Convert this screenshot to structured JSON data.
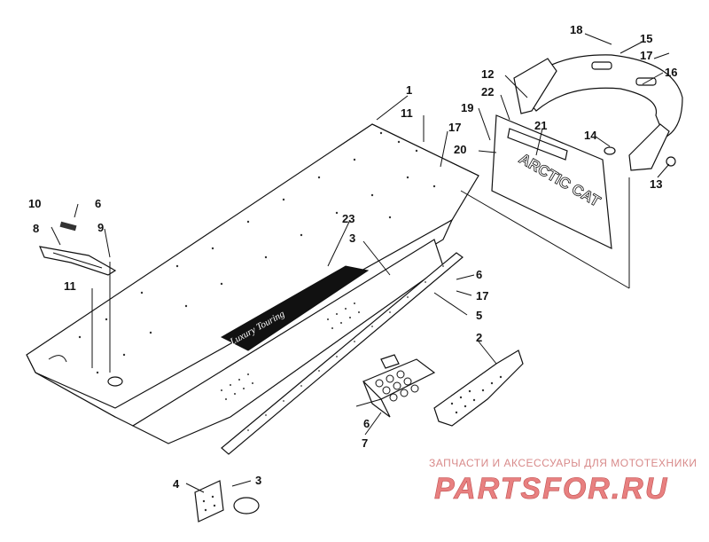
{
  "callouts": [
    {
      "id": "c1",
      "label": "1"
    },
    {
      "id": "c2",
      "label": "2"
    },
    {
      "id": "c3a",
      "label": "3"
    },
    {
      "id": "c3b",
      "label": "3"
    },
    {
      "id": "c4",
      "label": "4"
    },
    {
      "id": "c5",
      "label": "5"
    },
    {
      "id": "c6a",
      "label": "6"
    },
    {
      "id": "c6b",
      "label": "6"
    },
    {
      "id": "c6c",
      "label": "6"
    },
    {
      "id": "c7",
      "label": "7"
    },
    {
      "id": "c8",
      "label": "8"
    },
    {
      "id": "c9",
      "label": "9"
    },
    {
      "id": "c10",
      "label": "10"
    },
    {
      "id": "c11a",
      "label": "11"
    },
    {
      "id": "c11b",
      "label": "11"
    },
    {
      "id": "c12",
      "label": "12"
    },
    {
      "id": "c13",
      "label": "13"
    },
    {
      "id": "c14",
      "label": "14"
    },
    {
      "id": "c15",
      "label": "15"
    },
    {
      "id": "c16",
      "label": "16"
    },
    {
      "id": "c17a",
      "label": "17"
    },
    {
      "id": "c17b",
      "label": "17"
    },
    {
      "id": "c17c",
      "label": "17"
    },
    {
      "id": "c18",
      "label": "18"
    },
    {
      "id": "c19",
      "label": "19"
    },
    {
      "id": "c20",
      "label": "20"
    },
    {
      "id": "c21",
      "label": "21"
    },
    {
      "id": "c22",
      "label": "22"
    },
    {
      "id": "c23",
      "label": "23"
    }
  ],
  "decal_text": "Luxury Touring",
  "flap_text": "ARCTIC CAT",
  "watermark": {
    "tagline": "ЗАПЧАСТИ И АКСЕССУАРЫ ДЛЯ МОТОТЕХНИКИ",
    "logo": "PARTSFOR.RU",
    "color": "#e07070"
  }
}
